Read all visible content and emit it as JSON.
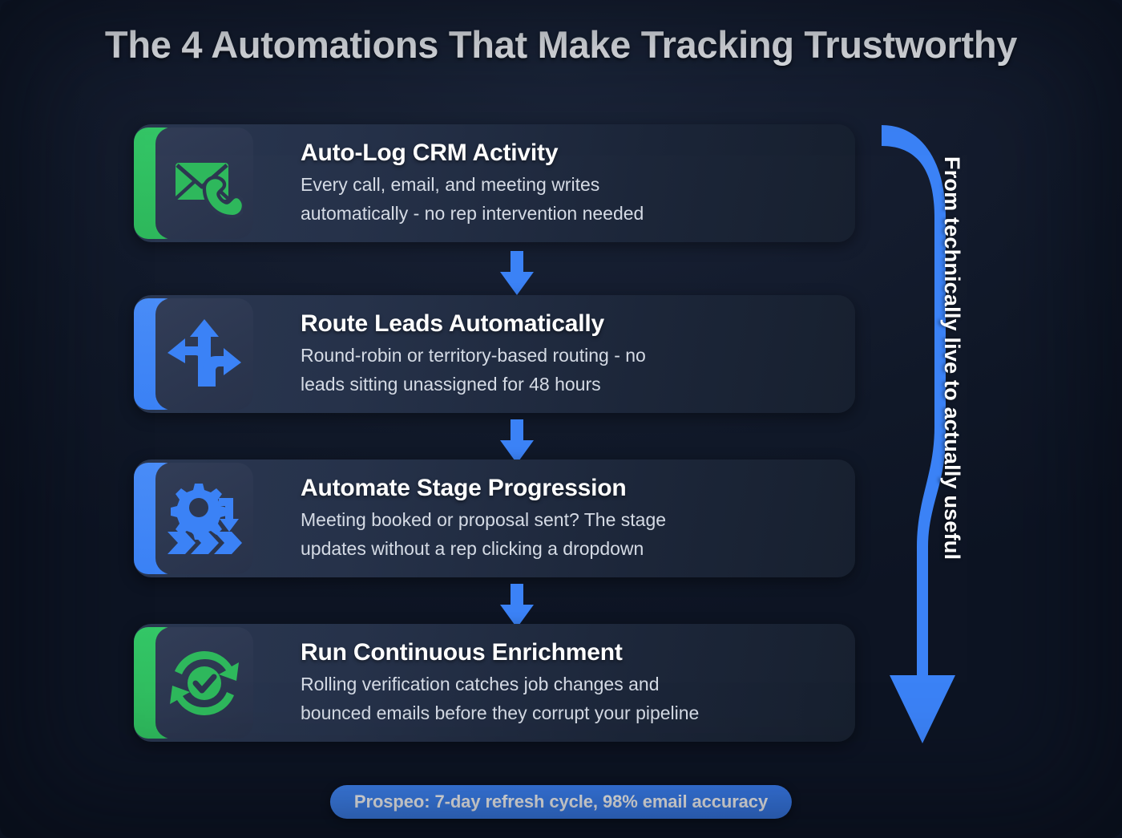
{
  "page": {
    "title": "The 4 Automations That Make Tracking Trustworthy",
    "background_color": "#141c2e",
    "accent_green": "#2eb85c",
    "accent_blue": "#3b82f6"
  },
  "cards": [
    {
      "title": "Auto-Log CRM Activity",
      "description": "Every call, email, and meeting writes\nautomatically - no rep intervention needed",
      "accent_color": "#2eb85c",
      "icon": "envelope-phone-icon"
    },
    {
      "title": "Route Leads Automatically",
      "description": "Round-robin or territory-based routing - no\nleads sitting unassigned for 48 hours",
      "accent_color": "#3b82f6",
      "icon": "three-way-arrow-icon"
    },
    {
      "title": "Automate Stage Progression",
      "description": "Meeting booked or proposal sent? The stage\nupdates without a rep clicking a dropdown",
      "accent_color": "#3b82f6",
      "icon": "gear-chevrons-icon"
    },
    {
      "title": "Run Continuous Enrichment",
      "description": "Rolling verification catches job changes and\nbounced emails before they corrupt your pipeline",
      "accent_color": "#2eb85c",
      "icon": "refresh-check-icon"
    }
  ],
  "side_arrow": {
    "label": "From technically live to actually useful",
    "color": "#3b82f6"
  },
  "footer_badge": {
    "text": "Prospeo: 7-day refresh cycle, 98% email accuracy",
    "color": "#3b82f6"
  }
}
